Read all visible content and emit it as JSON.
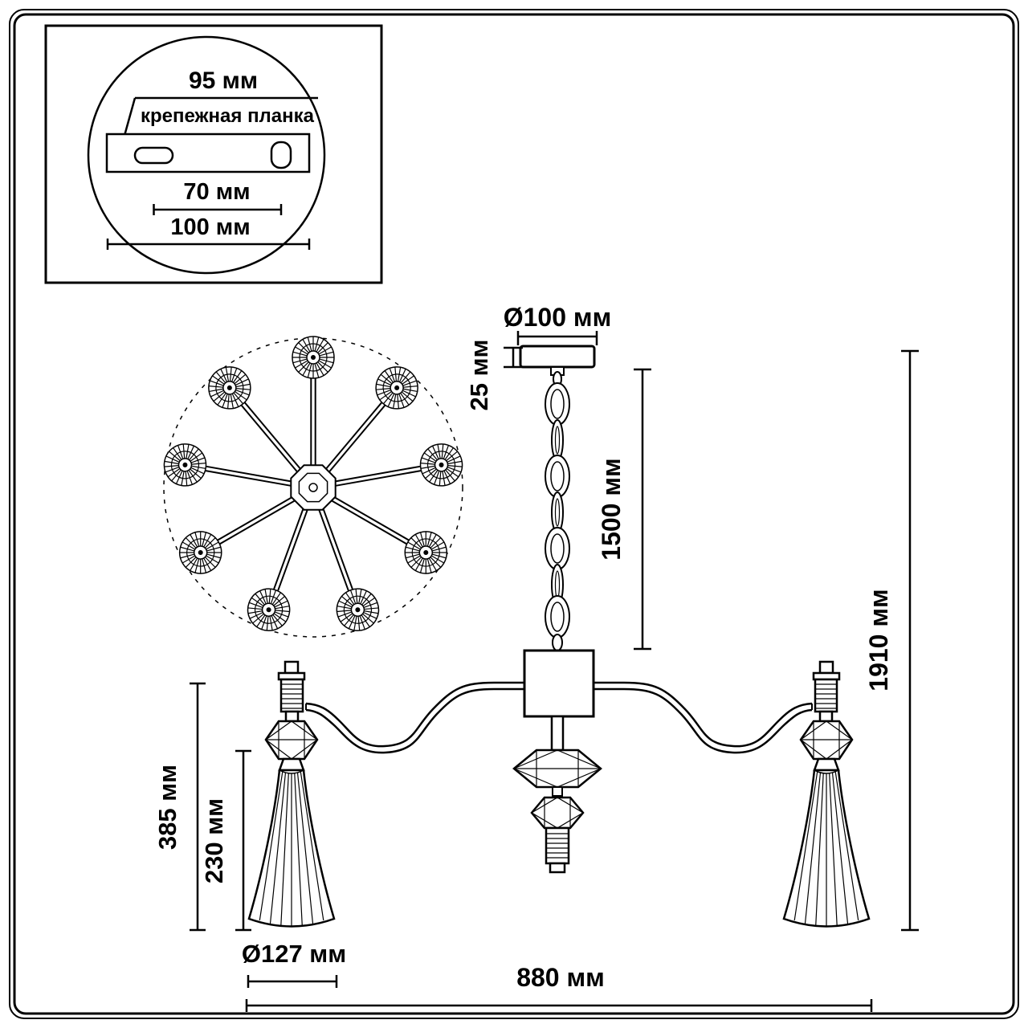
{
  "detail_box": {
    "diameter_label": "95 мм",
    "plate_label": "крепежная планка",
    "hole_spacing_label": "70 мм",
    "plate_width_label": "100 мм"
  },
  "side_view": {
    "canopy_diameter_label": "Ø100 мм",
    "canopy_height_label": "25 мм",
    "chain_length_label": "1500 мм",
    "total_height_label": "1910 мм",
    "lamp_height_label": "385 мм",
    "shade_height_label": "230 мм",
    "shade_diameter_label": "Ø127 мм",
    "total_width_label": "880 мм"
  },
  "top_view": {
    "light_count": 9
  }
}
